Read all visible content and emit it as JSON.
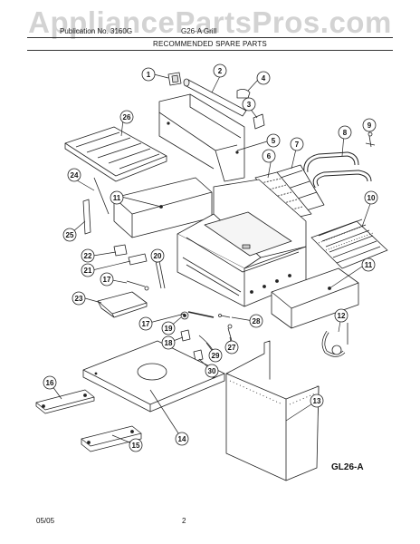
{
  "watermark": "AppliancePartsPros.com",
  "header": {
    "left_text": "Publication No. 3160G",
    "mid_text": "G26-A Grill",
    "subtitle": "RECOMMENDED SPARE PARTS"
  },
  "callouts": [
    "1",
    "2",
    "3",
    "4",
    "5",
    "6",
    "7",
    "8",
    "9",
    "10",
    "11",
    "11",
    "12",
    "13",
    "14",
    "15",
    "16",
    "17",
    "17",
    "18",
    "19",
    "20",
    "21",
    "22",
    "23",
    "24",
    "25",
    "26",
    "27",
    "28",
    "29",
    "30"
  ],
  "model_code": "GL26-A",
  "footer": {
    "date": "05/05",
    "page_number": "2"
  }
}
